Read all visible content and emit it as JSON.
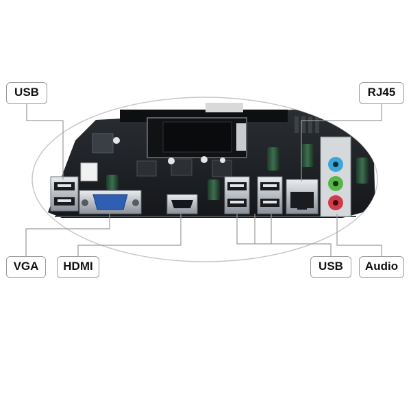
{
  "labels": {
    "usb_top": "USB",
    "rj45": "RJ45",
    "vga": "VGA",
    "hdmi": "HDMI",
    "usb_bottom": "USB",
    "audio": "Audio"
  },
  "colors": {
    "background": "#ffffff",
    "board": "#1c1f22",
    "vga_port": "#2f5fb3",
    "audio_blue": "#3aa7d8",
    "audio_green": "#58b548",
    "audio_pink": "#d23a4a",
    "leader_line": "#9a9a9a"
  }
}
